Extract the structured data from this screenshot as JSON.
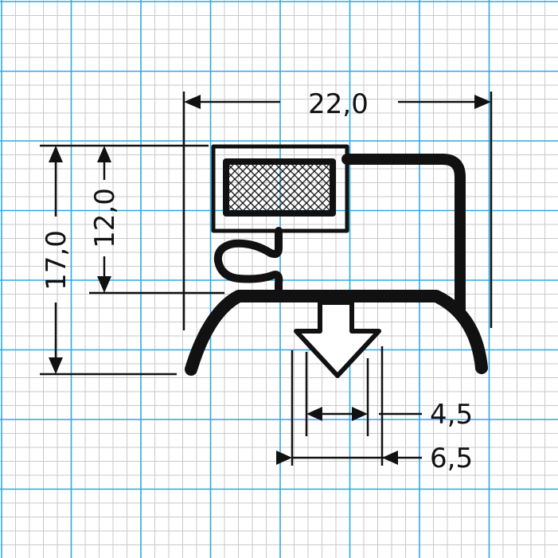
{
  "colors": {
    "background": "#ffffff",
    "grid_minor": "#c9c9c9",
    "grid_major": "#2ea8e0",
    "ink": "#111111"
  },
  "dimensions": {
    "width_total": "22,0",
    "height_total": "17,0",
    "height_inner": "12,0",
    "stem_width": "4,5",
    "arrow_width": "6,5"
  }
}
